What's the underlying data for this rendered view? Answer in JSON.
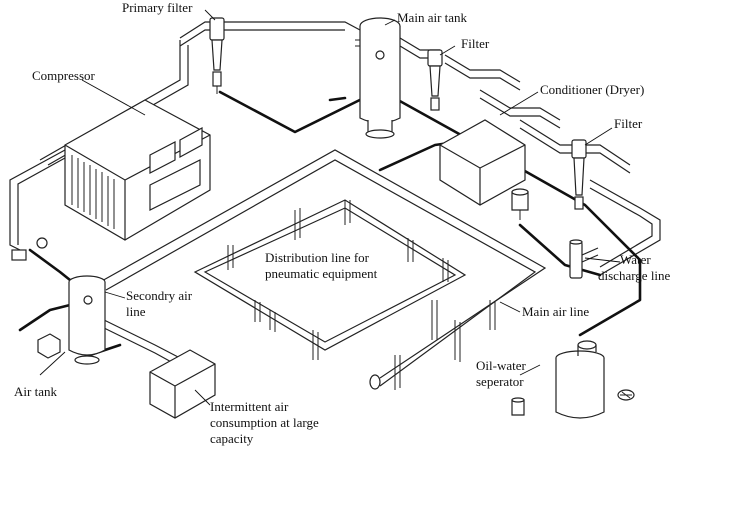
{
  "labels": {
    "primary_filter": "Primary filter",
    "main_air_tank": "Main air tank",
    "filter_top": "Filter",
    "compressor": "Compressor",
    "conditioner": "Conditioner (Dryer)",
    "filter_right": "Filter",
    "distribution_1": "Distribution line for",
    "distribution_2": "pneumatic equipment",
    "water_1": "Water",
    "water_2": "discharge line",
    "secondary_1": "Secondry air",
    "secondary_2": "line",
    "main_air_line": "Main air line",
    "air_tank": "Air tank",
    "oil_water_1": "Oil-water",
    "oil_water_2": "seperator",
    "intermittent_1": "Intermittent air",
    "intermittent_2": "consumption at large",
    "intermittent_3": "capacity"
  },
  "colors": {
    "line": "#222222",
    "background": "#ffffff"
  }
}
